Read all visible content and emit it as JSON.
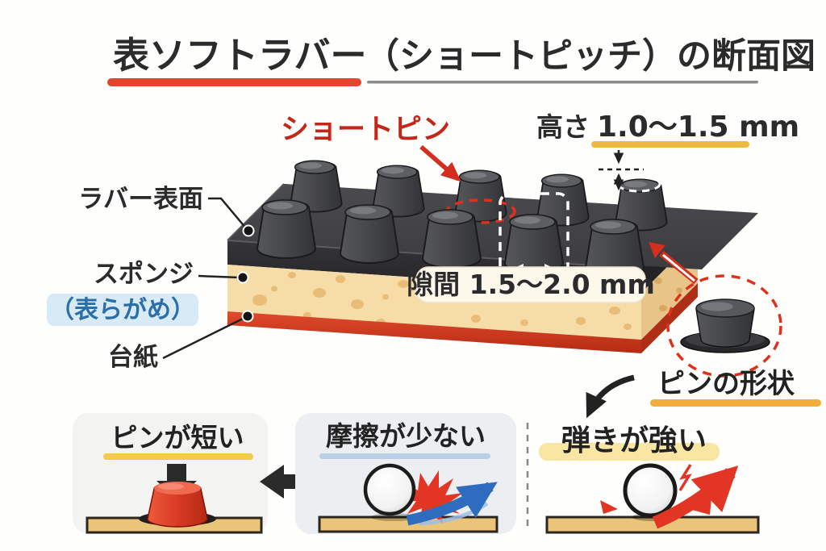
{
  "title": {
    "main": "表ソフトラバー",
    "sub": "（ショートピッチ）の断面図"
  },
  "diagram": {
    "short_pin_label": "ショートピン",
    "height_label": "高さ",
    "height_value": "1.0～1.5 mm",
    "rubber_surface_label": "ラバー表面",
    "sponge_label": "スポンジ",
    "sponge_note": "（表らがめ）",
    "base_paper_label": "台紙",
    "gap_label": "隙間 1.5～2.0 mm",
    "pin_shape_label": "ピンの形状"
  },
  "panels": [
    {
      "id": "pin-short",
      "title": "ピンが短い"
    },
    {
      "id": "low-friction",
      "title": "摩擦が少ない"
    },
    {
      "id": "strong-rebound",
      "title": "弾きが強い"
    }
  ],
  "colors": {
    "accent_red": "#d42e1e",
    "title_underline_red": "#e2442e",
    "title_underline_gray": "#8b8b8b",
    "underline_yellow": "#efb93f",
    "highlight_yellow": "#f9e6a3",
    "underline_blue": "#b9cfe8",
    "rubber_dark": "#39393c",
    "sponge_beige": "#f6dca6",
    "base_red": "#cf3a22",
    "note_blue": "#2a6fa8",
    "note_blue_bg": "#d8eaf6",
    "wood": "#eac478",
    "arrow_blue": "#2e6cc0",
    "arrow_red": "#e23523",
    "text_dark": "#2b2b2d"
  }
}
